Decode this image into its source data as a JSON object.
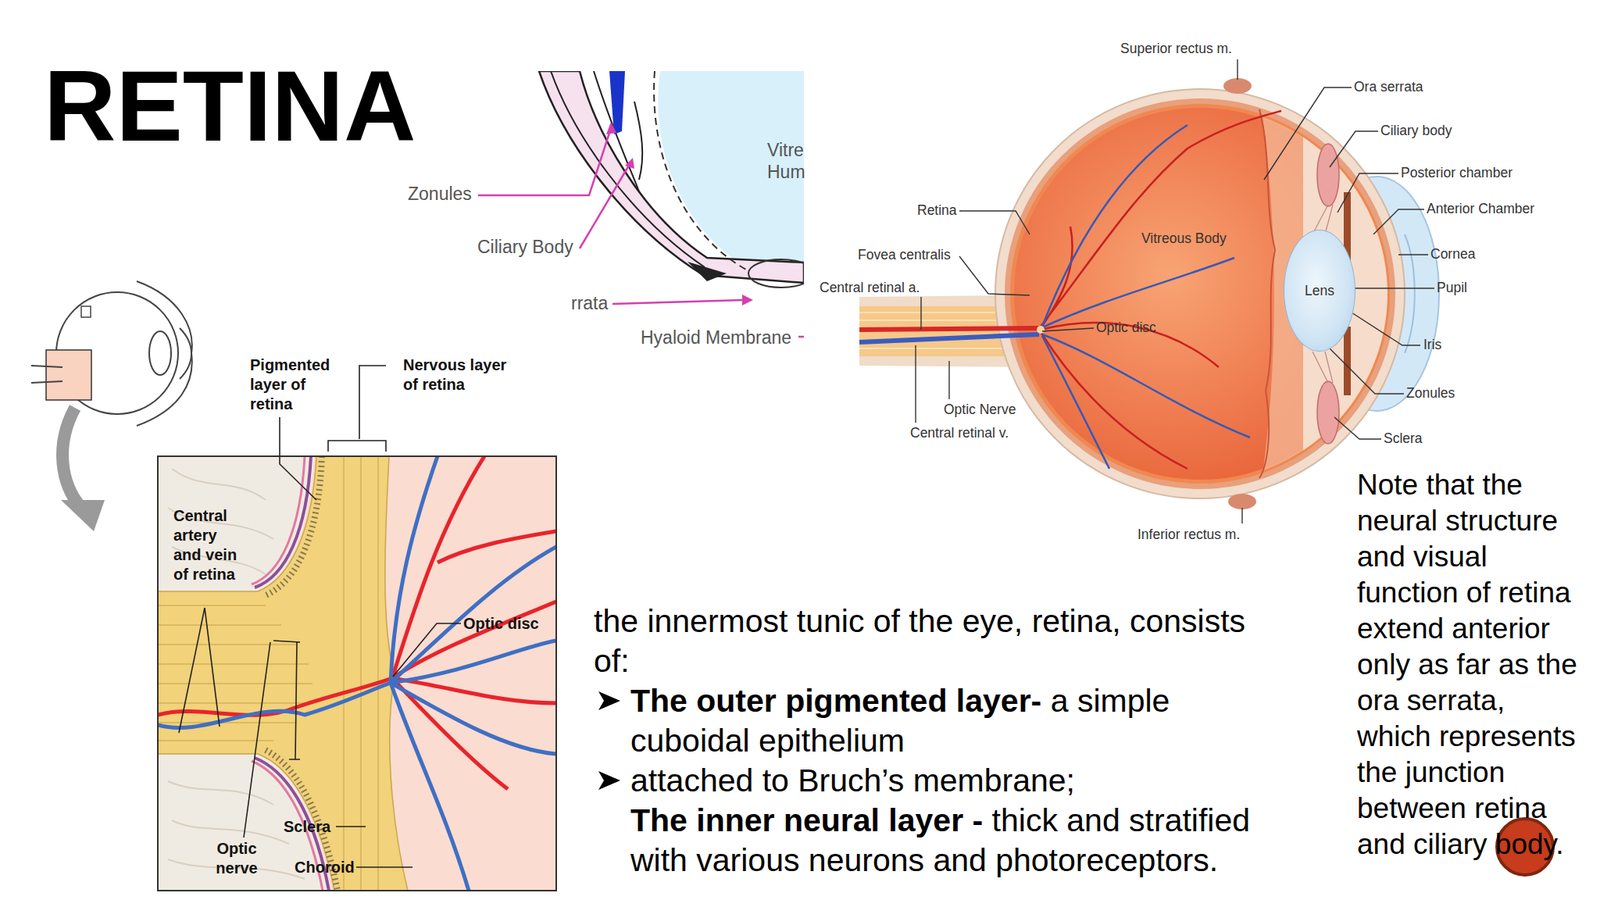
{
  "diagram": {
    "title": "RETINA",
    "nodes": [
      {
        "text": [
          "Lens"
        ]
      }
    ],
    "labels": [
      "Zonules",
      "Ciliary Body",
      "rrata",
      "Hyaloid Membrane",
      "Vitre Hum",
      "Pigmented layer of retina",
      "Nervous layer of retina",
      "Central artery and vein of retina",
      "Optic disc",
      "Sclera",
      "Optic nerve",
      "Choroid",
      "Superior rectus m.",
      "Ora serrata",
      "Ciliary body",
      "Posterior chamber",
      "Anterior Chamber",
      "Cornea",
      "Pupil",
      "Retina",
      "Fovea centralis",
      "Central retinal a.",
      "Vitreous Body",
      "Optic disc",
      "Iris",
      "Optic Nerve",
      "Zonules",
      "Central retinal v.",
      "Sclera",
      "Inferior rectus m.",
      "the innermost tunic of the eye, retina, consists of:",
      "The outer pigmented layer-",
      "a simple cuboidal epithelium",
      "attached to Bruch’s membrane;",
      "The inner neural layer -",
      "thick and stratified with various neurons and photoreceptors.",
      "Note that the neural structure and visual function of retina extend anterior only as far as the ora serrata, which represents the junction between retina and ciliary body."
    ]
  }
}
